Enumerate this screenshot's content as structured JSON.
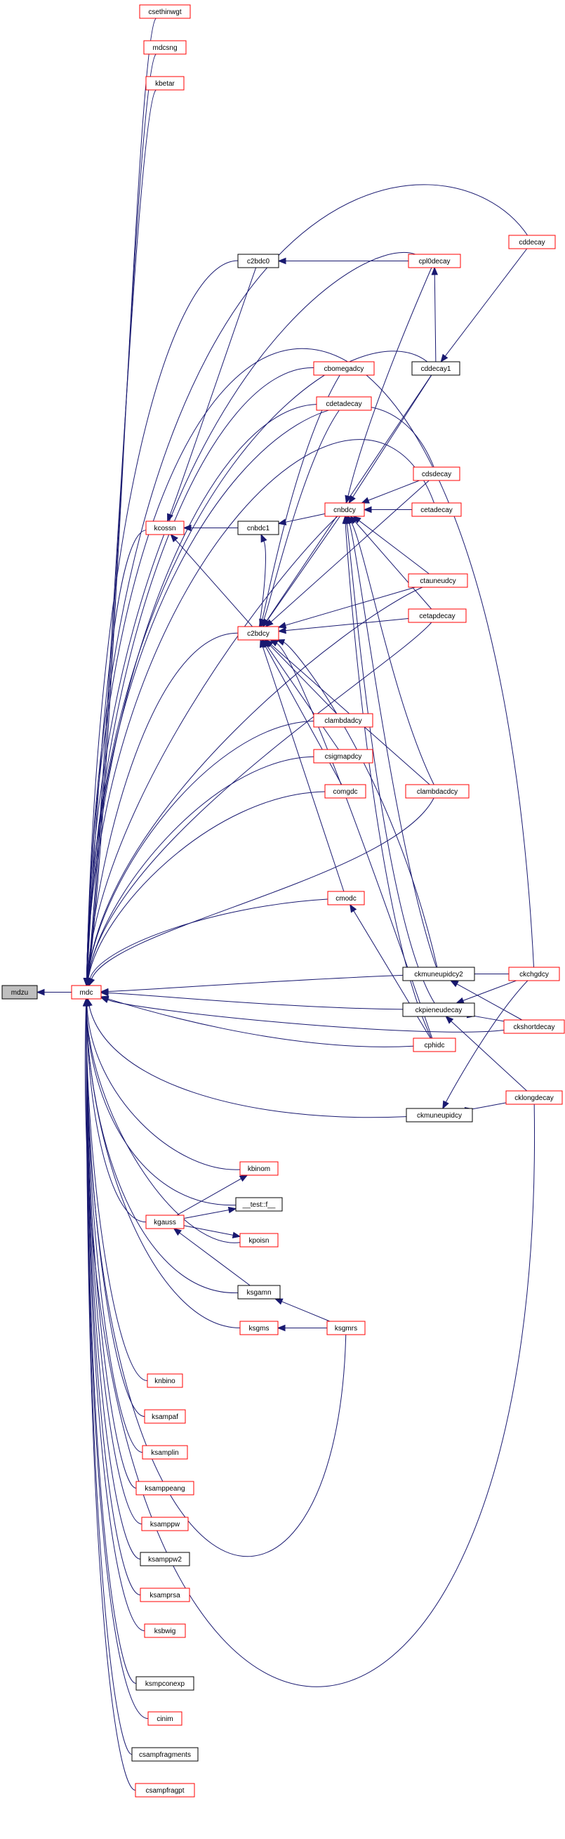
{
  "nodes": {
    "mdzu": "mdzu",
    "mdc": "mdc",
    "csethinwgt": "csethinwgt",
    "mdcsng": "mdcsng",
    "kbetar": "kbetar",
    "cddecay": "cddecay",
    "c2bdc0": "c2bdc0",
    "cpl0decay": "cpl0decay",
    "cddecay1": "cddecay1",
    "cbomegadcy": "cbomegadcy",
    "cdetadecay": "cdetadecay",
    "cdsdecay": "cdsdecay",
    "cnbdcy": "cnbdcy",
    "cetadecay": "cetadecay",
    "kcossn": "kcossn",
    "cnbdc1": "cnbdc1",
    "ctauneudcy": "ctauneudcy",
    "c2bdcy": "c2bdcy",
    "cetapdecay": "cetapdecay",
    "clambdadcy": "clambdadcy",
    "csigmapdcy": "csigmapdcy",
    "comgdc": "comgdc",
    "clambdacdcy": "clambdacdcy",
    "cmodc": "cmodc",
    "ckmuneupidcy2": "ckmuneupidcy2",
    "ckchgdcy": "ckchgdcy",
    "ckpieneudecay": "ckpieneudecay",
    "ckshortdecay": "ckshortdecay",
    "cphidc": "cphidc",
    "ckmuneupidcy": "ckmuneupidcy",
    "cklongdecay": "cklongdecay",
    "kbinom": "kbinom",
    "test": "__test::f__",
    "kgauss": "kgauss",
    "kpoisn": "kpoisn",
    "ksgamn": "ksgamn",
    "ksgms": "ksgms",
    "ksgmrs": "ksgmrs",
    "knbino": "knbino",
    "ksampaf": "ksampaf",
    "ksamplin": "ksamplin",
    "ksamppeang": "ksamppeang",
    "ksamppw": "ksamppw",
    "ksamppw2": "ksamppw2",
    "ksamprsa": "ksamprsa",
    "ksbwig": "ksbwig",
    "ksmpconexp": "ksmpconexp",
    "cinim": "cinim",
    "csampfragments": "csampfragments",
    "csampfragpt": "csampfragpt"
  }
}
